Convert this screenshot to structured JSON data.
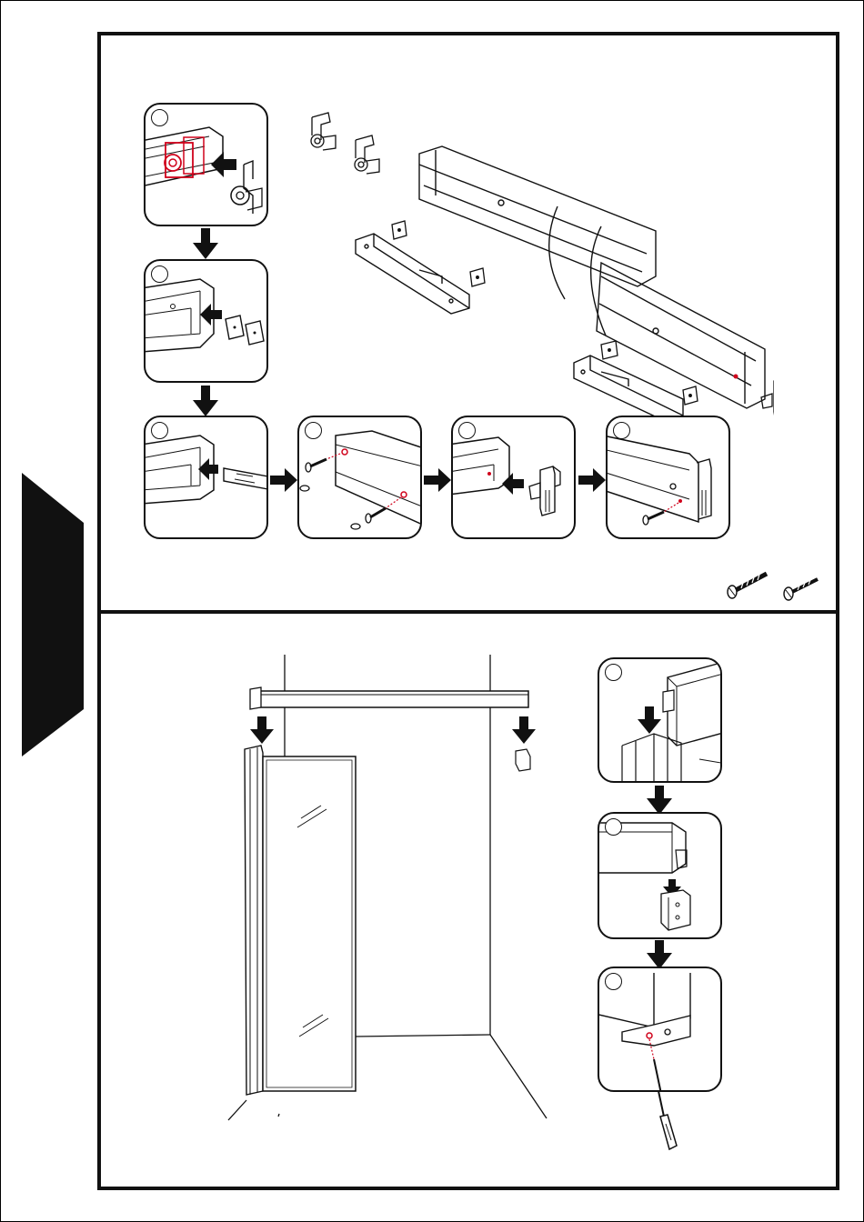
{
  "document": {
    "type": "installation-manual-page",
    "side_tab": {
      "shape": "black-trapezoid-tab",
      "color": "#111111"
    },
    "accent_color": "#d0021b",
    "panels": [
      {
        "id": "top-panel",
        "content": "track-assembly",
        "steps": [
          {
            "order": 1,
            "icon": "roller-attach-icon"
          },
          {
            "order": 2,
            "icon": "pad-insert-icon"
          },
          {
            "order": 3,
            "icon": "guide-insert-icon"
          },
          {
            "order": 4,
            "icon": "screw-fix-icon"
          },
          {
            "order": 5,
            "icon": "endcap-insert-icon"
          },
          {
            "order": 6,
            "icon": "endcap-screw-icon"
          }
        ],
        "parts": [
          "roller-bracket-icon",
          "track-rail-icon",
          "floor-guide-icon",
          "square-pad-icon",
          "end-cap-icon",
          "long-screw-icon",
          "short-screw-icon"
        ]
      },
      {
        "id": "bottom-panel",
        "content": "track-mounting-on-wall",
        "steps": [
          {
            "order": 1,
            "icon": "wall-bracket-slide-icon"
          },
          {
            "order": 2,
            "icon": "bracket-drop-icon"
          },
          {
            "order": 3,
            "icon": "ceiling-screw-icon"
          }
        ]
      }
    ]
  }
}
